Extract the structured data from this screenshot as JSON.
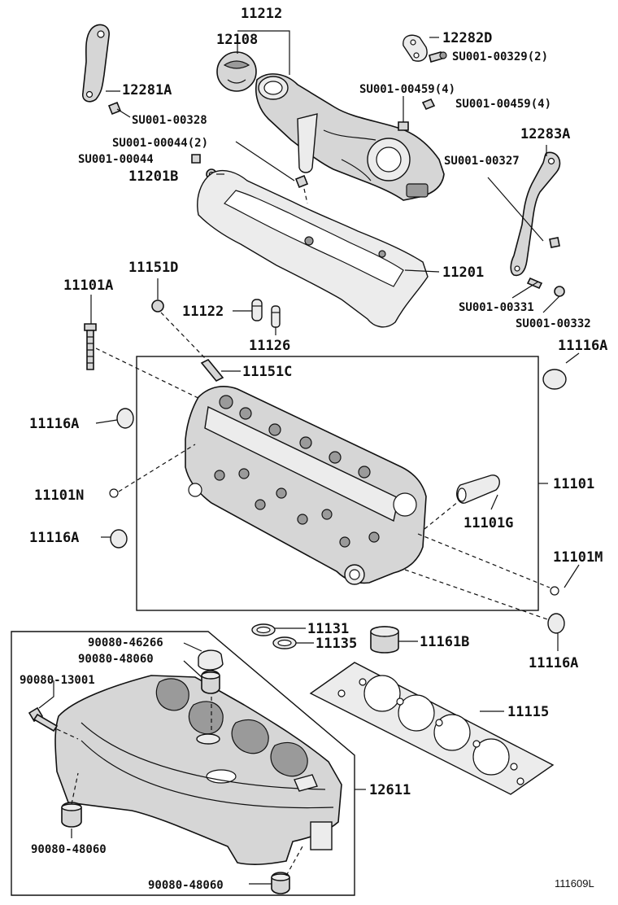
{
  "labels": {
    "p11212": "11212",
    "p12108": "12108",
    "p12282d": "12282D",
    "p12281a": "12281A",
    "su00329": "SU001-00329(2)",
    "su00459a": "SU001-00459(4)",
    "su00459b": "SU001-00459(4)",
    "su00328": "SU001-00328",
    "su00044x2": "SU001-00044(2)",
    "su00044": "SU001-00044",
    "p12283a": "12283A",
    "su00327": "SU001-00327",
    "p11201b": "11201B",
    "p11201": "11201",
    "p11151d": "11151D",
    "p11101a": "11101A",
    "p11122": "11122",
    "p11126": "11126",
    "su00331": "SU001-00331",
    "su00332": "SU001-00332",
    "p11116a_tr": "11116A",
    "p11151c": "11151C",
    "p11116a_l1": "11116A",
    "p11101": "11101",
    "p11101n": "11101N",
    "p11101g": "11101G",
    "p11116a_l2": "11116A",
    "p11101m": "11101M",
    "p11131": "11131",
    "p11135": "11135",
    "p11161b": "11161B",
    "p11116a_br": "11116A",
    "p90080_46266": "90080-46266",
    "p90080_48060a": "90080-48060",
    "p90080_13001": "90080-13001",
    "p11115": "11115",
    "p12611": "12611",
    "p90080_48060b": "90080-48060",
    "p90080_48060c": "90080-48060"
  },
  "diagram_code": "111609L"
}
